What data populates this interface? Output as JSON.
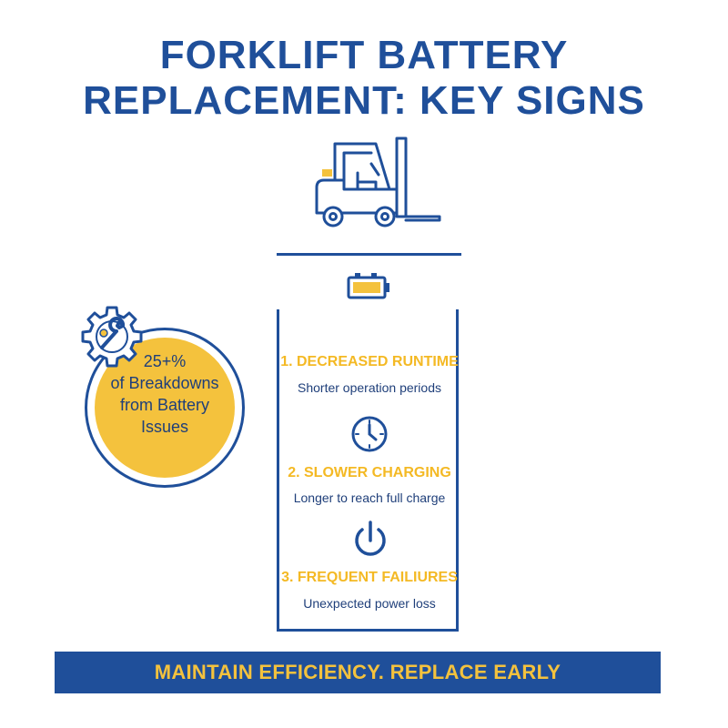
{
  "title": {
    "line1": "FORKLIFT BATTERY",
    "line2": "REPLACEMENT: KEY SIGNS"
  },
  "stat": {
    "line1": "25+%",
    "line2": "of Breakdowns",
    "line3": "from Battery",
    "line4": "Issues"
  },
  "signs": [
    {
      "title": "1. DECREASED RUNTIME",
      "desc": "Shorter operation periods",
      "icon": "clock-icon"
    },
    {
      "title": "2. SLOWER CHARGING",
      "desc": "Longer to reach full charge",
      "icon": "power-icon"
    },
    {
      "title": "3. FREQUENT FAILIURES",
      "desc": "Unexpected power loss"
    }
  ],
  "banner": {
    "text": "MAINTAIN EFFICIENCY. REPLACE EARLY"
  },
  "colors": {
    "primary": "#1f4f9a",
    "accent": "#f4c23d",
    "text": "#1f3f7a"
  },
  "icons": [
    "forklift-icon",
    "battery-icon",
    "gear-wrench-icon",
    "clock-icon",
    "power-icon"
  ]
}
